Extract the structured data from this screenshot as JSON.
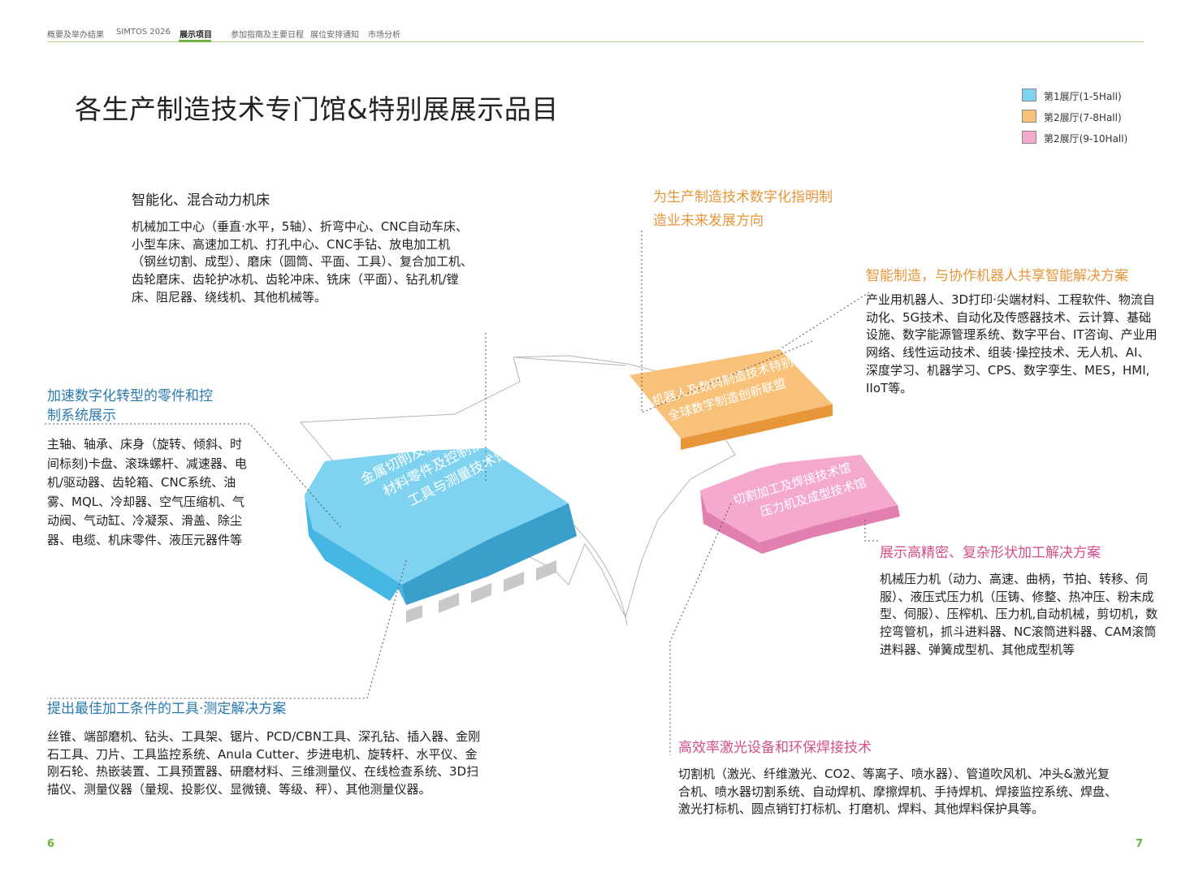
{
  "nav": {
    "items": [
      "概要及举办结果",
      "SIMTOS 2026",
      "展示项目",
      "参加指南及主要日程",
      "展位安排通知",
      "市场分析"
    ],
    "active_index": 2,
    "accent_color": "#6cb33f"
  },
  "page_title": "各生产制造技术专门馆&特别展展示品目",
  "legend": [
    {
      "label": "第1展厅(1-5Hall)",
      "color": "#7fd3f0"
    },
    {
      "label": "第2展厅(7-8Hall)",
      "color": "#f9c27a"
    },
    {
      "label": "第2展厅(9-10Hall)",
      "color": "#f4a9cd"
    }
  ],
  "sections": {
    "smart_machine": {
      "heading": "智能化、混合动力机床",
      "body": "机械加工中心（垂直·水平，5轴）、折弯中心、CNC自动车床、小型车床、高速加工机、打孔中心、CNC手钻、放电加工机（钢丝切割、成型）、磨床（圆筒、平面、工具）、复合加工机、齿轮磨床、齿轮护冰机、齿轮冲床、铣床（平面）、钻孔机/镗床、阻尼器、绕线机、其他机械等。"
    },
    "parts_control": {
      "heading": "加速数字化转型的零件和控制系统展示",
      "body": "主轴、轴承、床身（旋转、倾斜、时间标刻)卡盘、滚珠螺杆、减速器、电机/驱动器、齿轮箱、CNC系统、油雾、MQL、冷却器、空气压缩机、气动阀、气动缸、冷凝泵、滑盖、除尘器、电缆、机床零件、液压元器件等"
    },
    "tools_measure": {
      "heading": "提出最佳加工条件的工具·测定解决方案",
      "body": "丝锥、端部磨机、钻头、工具架、锯片、PCD/CBN工具、深孔钻、插入器、金刚石工具、刀片、工具监控系统、Anula Cutter、步进电机、旋转杆、水平仪、金刚石轮、热嵌装置、工具预置器、研磨材料、三维测量仪、在线检查系统、3D扫描仪、测量仪器（量规、投影仪、显微镜、等级、秤）、其他测量仪器。"
    },
    "digital_future": {
      "heading": "为生产制造技术数字化指明制造业未来发展方向"
    },
    "smart_robot": {
      "heading": "智能制造，与协作机器人共享智能解决方案",
      "body": "产业用机器人、3D打印·尖端材料、工程软件、物流自动化、5G技术、自动化及传感器技术、云计算、基础设施、数字能源管理系统、数字平台、IT咨询、产业用网络、线性运动技术、组装·操控技术、无人机、AI、深度学习、机器学习、CPS、数字孪生、MES，HMI, IIoT等。"
    },
    "precision_forming": {
      "heading": "展示高精密、复杂形状加工解决方案",
      "body": "机械压力机（动力、高速、曲柄，节拍、转移、伺服）、液压式压力机（压铸、修整、热冲压、粉末成型、伺服）、压榨机、压力机,自动机械，剪切机，数控弯管机，抓斗进料器、NC滚筒进料器、CAM滚筒进料器、弹簧成型机、其他成型机等"
    },
    "laser_welding": {
      "heading": "高效率激光设备和环保焊接技术",
      "body": "切割机（激光、纤维激光、CO2、等离子、喷水器）、管道吹风机、冲头&激光复合机、喷水器切割系统、自动焊机、摩擦焊机、手持焊机、焊接监控系统、焊盘、激光打标机、圆点销钉打标机、打磨机、焊料、其他焊料保护具等。"
    }
  },
  "hall_labels": {
    "blue": [
      "金属切削及模具技术馆",
      "材料零件及控制技术馆",
      "工具与测量技术馆"
    ],
    "orange": [
      "机器人及数码制造技术特别",
      "全球数字制造创新联盟"
    ],
    "pink": [
      "切割加工及焊接技术馆",
      "压力机及成型技术馆"
    ]
  },
  "page_numbers": {
    "left": "6",
    "right": "7"
  }
}
